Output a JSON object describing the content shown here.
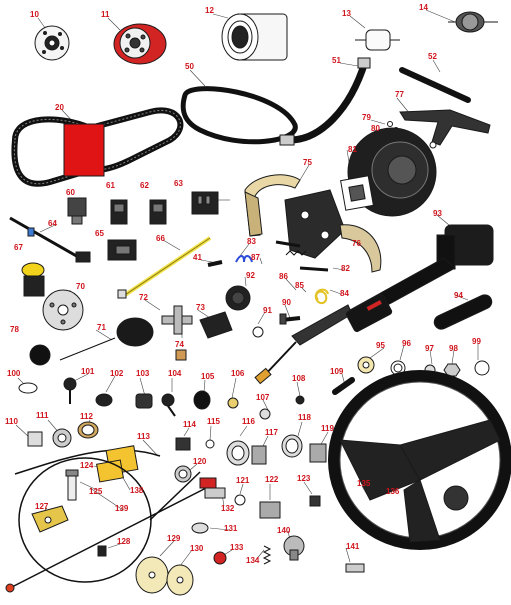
{
  "colors": {
    "callout": "#d0141c",
    "outline": "#1a1a1a",
    "belt_tag": "#e01414",
    "yellow": "#f2e34a",
    "tan": "#e9d8a6",
    "rust": "#c0392b"
  },
  "callouts": {
    "n10": "10",
    "n11": "11",
    "n12": "12",
    "n13": "13",
    "n14": "14",
    "n20": "20",
    "n41": "41",
    "n50": "50",
    "n51": "51",
    "n52": "52",
    "n60": "60",
    "n61": "61",
    "n62": "62",
    "n63": "63",
    "n64": "64",
    "n65": "65",
    "n66": "66",
    "n67": "67",
    "n70": "70",
    "n71": "71",
    "n72": "72",
    "n73": "73",
    "n74": "74",
    "n75": "75",
    "n76": "76",
    "n77": "77",
    "n78": "78",
    "n79": "79",
    "n80": "80",
    "n81": "81",
    "n82": "82",
    "n83": "83",
    "n84": "84",
    "n85": "85",
    "n86": "86",
    "n87": "87",
    "n90": "90",
    "n91": "91",
    "n92": "92",
    "n93": "93",
    "n94": "94",
    "n95": "95",
    "n96": "96",
    "n97": "97",
    "n98": "98",
    "n99": "99",
    "n100": "100",
    "n101": "101",
    "n102": "102",
    "n103": "103",
    "n104": "104",
    "n105": "105",
    "n106": "106",
    "n107": "107",
    "n108": "108",
    "n109": "109",
    "n110": "110",
    "n111": "111",
    "n112": "112",
    "n113": "113",
    "n114": "114",
    "n115": "115",
    "n116": "116",
    "n117": "117",
    "n118": "118",
    "n119": "119",
    "n120": "120",
    "n121": "121",
    "n122": "122",
    "n123": "123",
    "n124": "124",
    "n125": "125",
    "n127": "127",
    "n128": "128",
    "n129": "129",
    "n130": "130",
    "n131": "131",
    "n132": "132",
    "n133": "133",
    "n134": "134",
    "n135": "135",
    "n136": "136",
    "n138": "138",
    "n139": "139",
    "n140": "140",
    "n141": "141"
  }
}
